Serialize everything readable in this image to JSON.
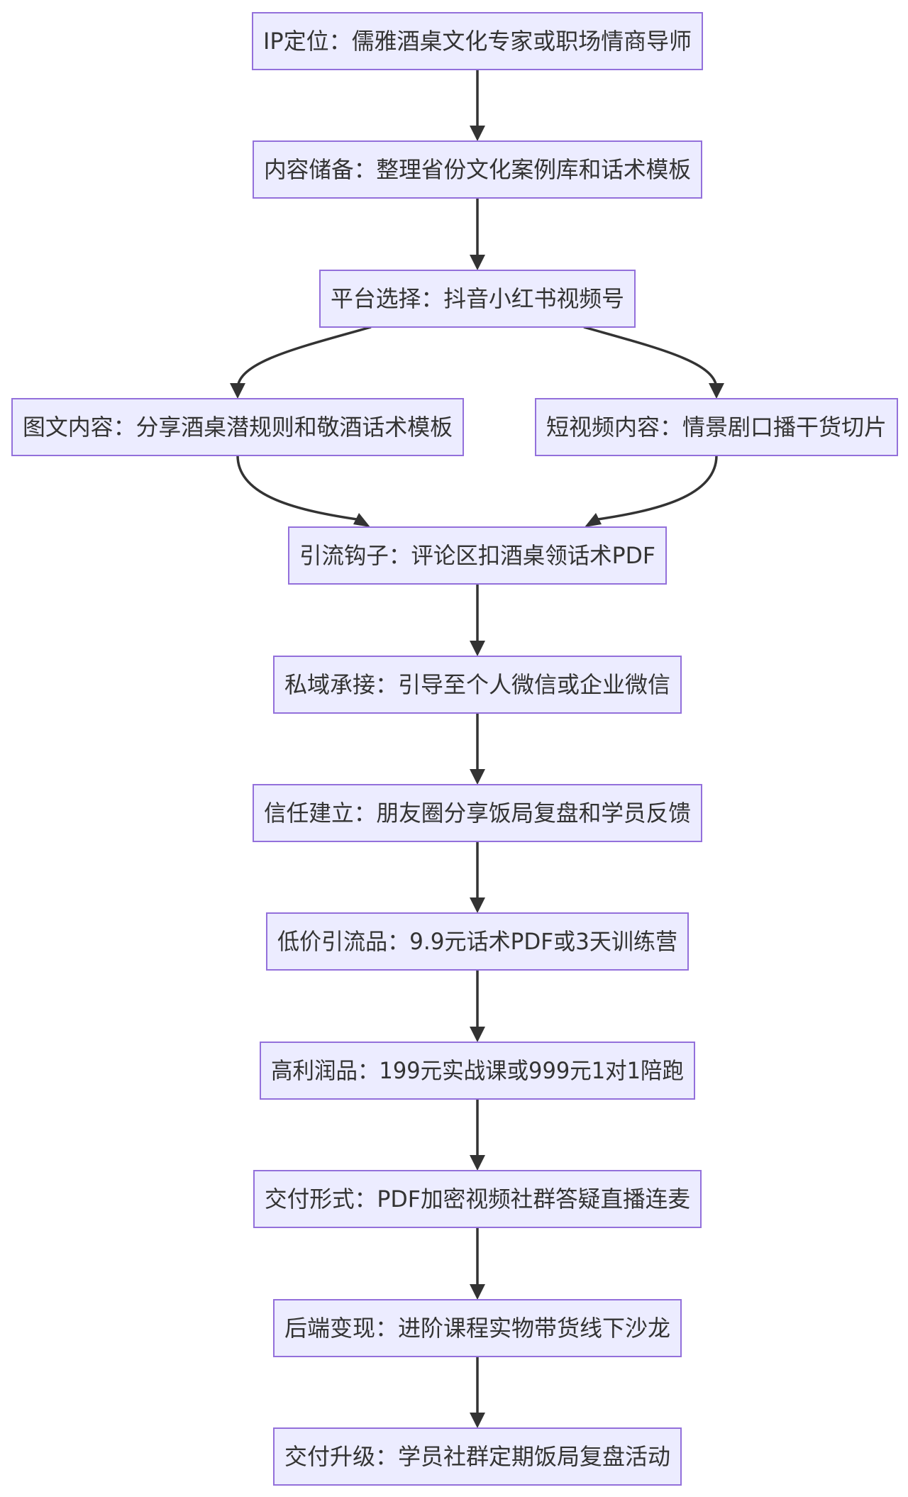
{
  "diagram": {
    "type": "flowchart",
    "colors": {
      "node_fill": "#ECECFF",
      "node_stroke": "#9370DB",
      "edge": "#333333",
      "text": "#333333"
    },
    "nodes": [
      {
        "id": "ip-positioning",
        "label": "IP定位：儒雅酒桌文化专家或职场情商导师"
      },
      {
        "id": "content-reserve",
        "label": "内容储备：整理省份文化案例库和话术模板"
      },
      {
        "id": "platform-choice",
        "label": "平台选择：抖音小红书视频号"
      },
      {
        "id": "image-text-content",
        "label": "图文内容：分享酒桌潜规则和敬酒话术模板"
      },
      {
        "id": "short-video-content",
        "label": "短视频内容：情景剧口播干货切片"
      },
      {
        "id": "traffic-hook",
        "label": "引流钩子：评论区扣酒桌领话术PDF"
      },
      {
        "id": "private-domain",
        "label": "私域承接：引导至个人微信或企业微信"
      },
      {
        "id": "trust-building",
        "label": "信任建立：朋友圈分享饭局复盘和学员反馈"
      },
      {
        "id": "low-price-product",
        "label": "低价引流品：9.9元话术PDF或3天训练营"
      },
      {
        "id": "high-margin-product",
        "label": "高利润品：199元实战课或999元1对1陪跑"
      },
      {
        "id": "delivery-form",
        "label": "交付形式：PDF加密视频社群答疑直播连麦"
      },
      {
        "id": "backend-monetization",
        "label": "后端变现：进阶课程实物带货线下沙龙"
      },
      {
        "id": "delivery-upgrade",
        "label": "交付升级：学员社群定期饭局复盘活动"
      }
    ],
    "edges": [
      {
        "from": "ip-positioning",
        "to": "content-reserve"
      },
      {
        "from": "content-reserve",
        "to": "platform-choice"
      },
      {
        "from": "platform-choice",
        "to": "image-text-content"
      },
      {
        "from": "platform-choice",
        "to": "short-video-content"
      },
      {
        "from": "image-text-content",
        "to": "traffic-hook"
      },
      {
        "from": "short-video-content",
        "to": "traffic-hook"
      },
      {
        "from": "traffic-hook",
        "to": "private-domain"
      },
      {
        "from": "private-domain",
        "to": "trust-building"
      },
      {
        "from": "trust-building",
        "to": "low-price-product"
      },
      {
        "from": "low-price-product",
        "to": "high-margin-product"
      },
      {
        "from": "high-margin-product",
        "to": "delivery-form"
      },
      {
        "from": "delivery-form",
        "to": "backend-monetization"
      },
      {
        "from": "backend-monetization",
        "to": "delivery-upgrade"
      }
    ]
  }
}
